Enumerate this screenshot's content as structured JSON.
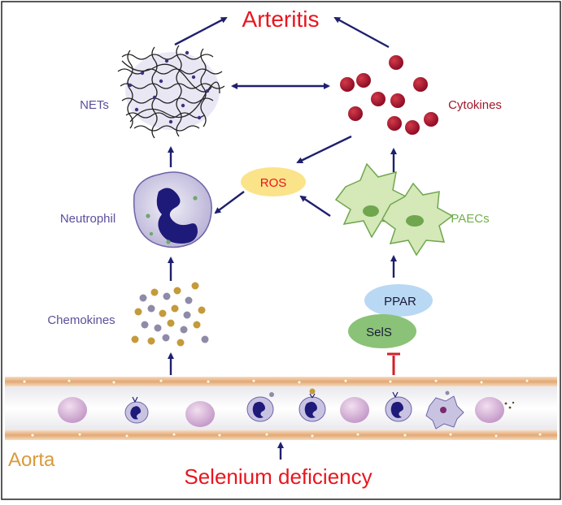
{
  "labels": {
    "arteritis": "Arteritis",
    "nets": "NETs",
    "cytokines": "Cytokines",
    "ros": "ROS",
    "neutrophil": "Neutrophil",
    "paecs": "PAECs",
    "chemokines": "Chemokines",
    "ppar": "PPAR",
    "sels": "SelS",
    "aorta": "Aorta",
    "selenium": "Selenium deficiency"
  },
  "colors": {
    "arrow": "#1f1f6e",
    "inhibit": "#d0202a",
    "title_red": "#e8161e",
    "label_purple": "#5a4f9c",
    "cytokine_label": "#a0182a",
    "paecs_label": "#6fb04a",
    "aorta_label": "#d99a3a",
    "ros_fill": "#fbe38a",
    "ppar_fill": "#b9d8f3",
    "sels_fill": "#8ac277",
    "cytokine_dot": "#a8102c",
    "vessel_wall": "#e7b688"
  }
}
